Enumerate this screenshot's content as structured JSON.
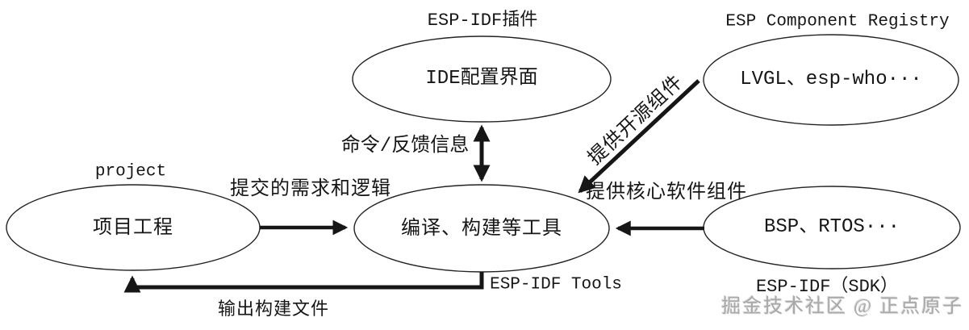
{
  "diagram": {
    "nodes": {
      "ide": {
        "label": "IDE配置界面",
        "caption": "ESP-IDF插件"
      },
      "registry": {
        "label": "LVGL、esp-who···",
        "caption": "ESP Component Registry"
      },
      "tools": {
        "label": "编译、构建等工具",
        "caption": "ESP-IDF Tools"
      },
      "project": {
        "label": "项目工程",
        "caption": "project"
      },
      "sdk": {
        "label": "BSP、RTOS···",
        "caption": "ESP-IDF（SDK）"
      }
    },
    "edges": {
      "cmd_feedback": {
        "label": "命令/反馈信息"
      },
      "submit": {
        "label": "提交的需求和逻辑"
      },
      "open_source": {
        "label": "提供开源组件"
      },
      "core": {
        "label": "提供核心软件组件"
      },
      "output": {
        "label": "输出构建文件"
      }
    },
    "watermark": {
      "text": "掘金技术社区 @ 正点原子"
    },
    "colors": {
      "background": "#ffffff",
      "line": "#161616",
      "ellipse_stroke": "#222222",
      "watermark": "#a8a8a8"
    }
  }
}
